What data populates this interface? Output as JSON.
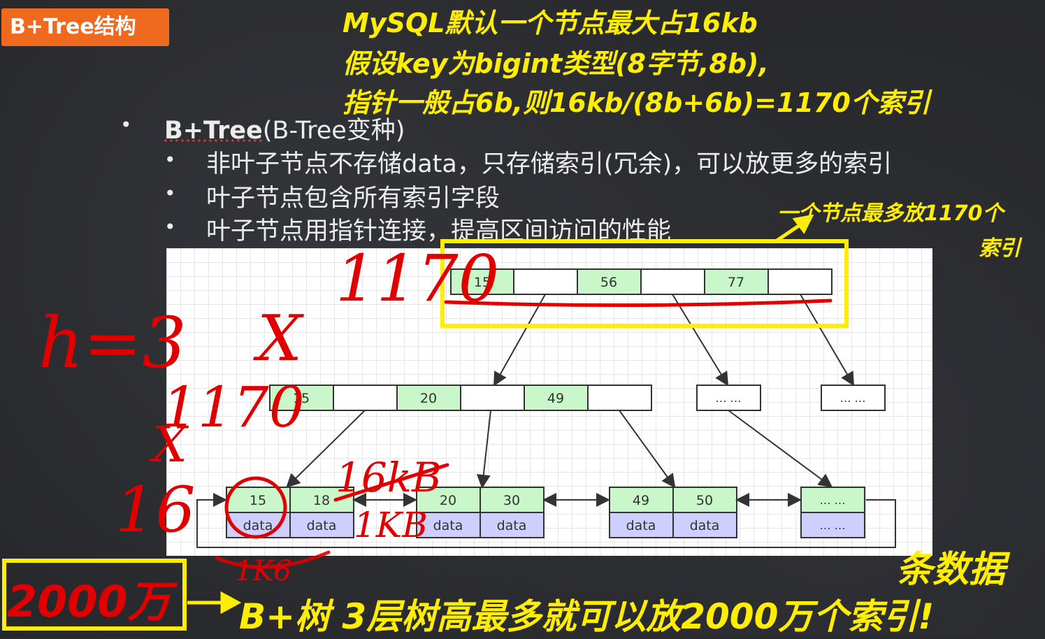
{
  "badge": {
    "title": "B+Tree结构"
  },
  "notes": {
    "line1": "MySQL默认一个节点最大占16kb",
    "line2": "假设key为bigint类型(8字节,8b),",
    "line3": "指针一般占6b,则16kb/(8b+6b)=1170个索引",
    "side1": "一个节点最多放1170个",
    "side2": "索引"
  },
  "bullets": {
    "main_bold": "B+Tree",
    "main_rest": "(B-Tree变种)",
    "sub1": "非叶子节点不存储data，只存储索引(冗余)，可以放更多的索引",
    "sub2": "叶子节点包含所有索引字段",
    "sub3": "叶子节点用指针连接，提高区间访问的性能"
  },
  "tree": {
    "root_keys": [
      "15",
      "56",
      "77"
    ],
    "mid_keys": [
      "15",
      "20",
      "49"
    ],
    "ellipsis": "… …",
    "leaves": [
      {
        "keys": [
          "15",
          "18"
        ],
        "data": [
          "data",
          "data"
        ]
      },
      {
        "keys": [
          "20",
          "30"
        ],
        "data": [
          "data",
          "data"
        ]
      },
      {
        "keys": [
          "49",
          "50"
        ],
        "data": [
          "data",
          "data"
        ]
      }
    ]
  },
  "handwriting": {
    "h": "h=3",
    "top": "1170",
    "x": "X",
    "mid": "1170",
    "x2": "X",
    "left": "16",
    "kb16": "16kB",
    "kb1": "1KB",
    "kb_small": "1K6",
    "big": "2000万"
  },
  "bottom": {
    "text": "B+树 3层树高最多就可以放2000万个索引!",
    "tiao": "条数据"
  },
  "colors": {
    "key_fill": "#c9f7c9",
    "data_fill": "#cfcfff",
    "accent_yellow": "#ffee00",
    "ink_red": "#e00000",
    "badge_orange": "#ef6a1f"
  }
}
